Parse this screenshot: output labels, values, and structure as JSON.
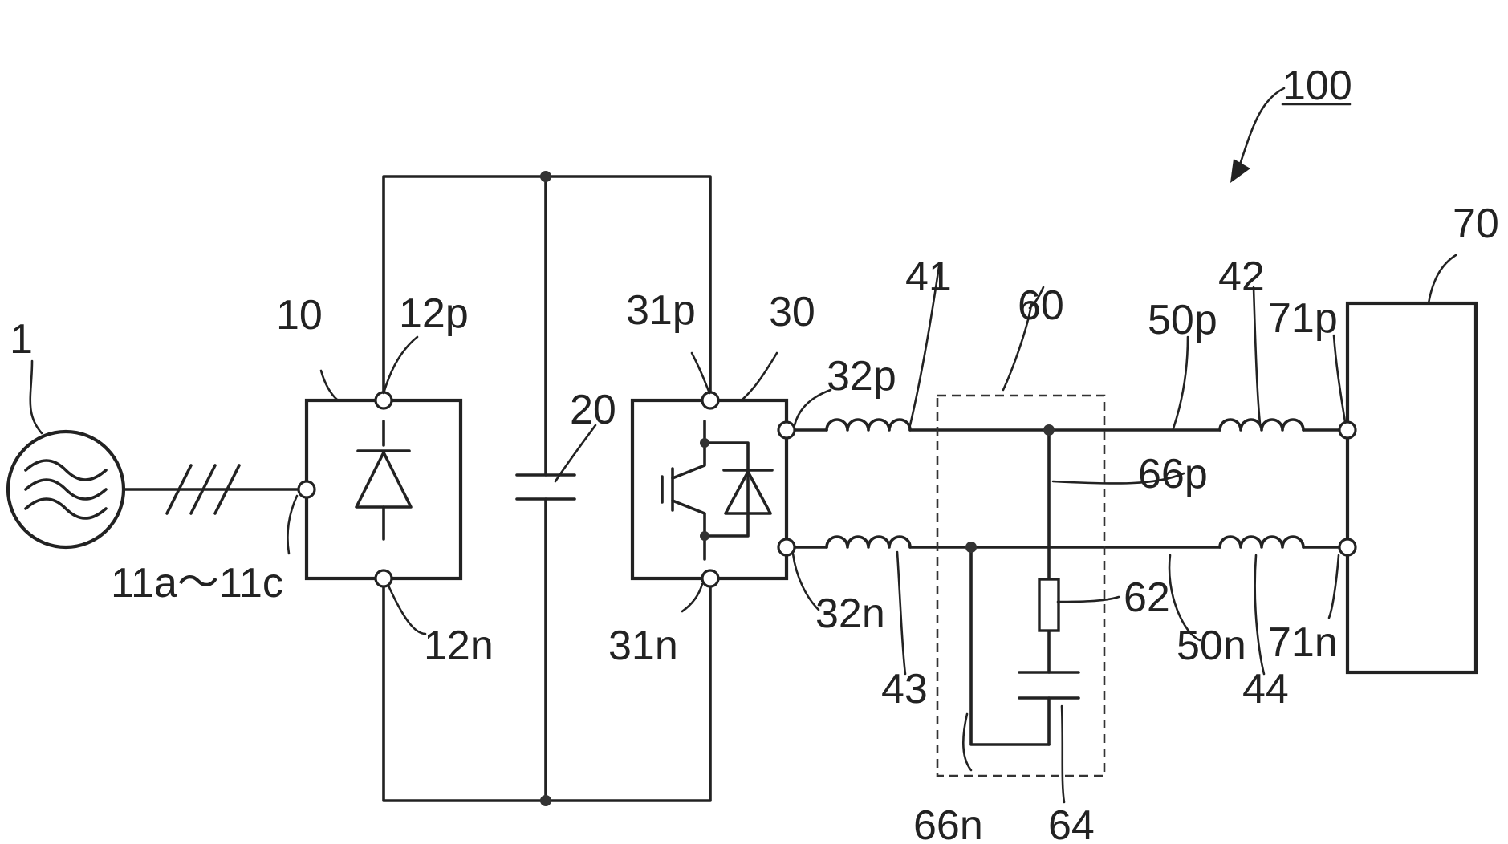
{
  "labels": {
    "system": "100",
    "source": "1",
    "input_terminals": "11a〜11c",
    "converter": "10",
    "converter_p": "12p",
    "converter_n": "12n",
    "capacitor": "20",
    "inverter_p": "31p",
    "inverter": "30",
    "inverter_n": "31n",
    "out_p": "32p",
    "out_n": "32n",
    "inductor_41": "41",
    "inductor_43": "43",
    "filter": "60",
    "line_p": "50p",
    "line_n": "50n",
    "inductor_42": "42",
    "inductor_44": "44",
    "load_p": "71p",
    "load_n": "71n",
    "load": "70",
    "wire_66p": "66p",
    "resistor": "62",
    "wire_66n": "66n",
    "filter_cap": "64"
  }
}
